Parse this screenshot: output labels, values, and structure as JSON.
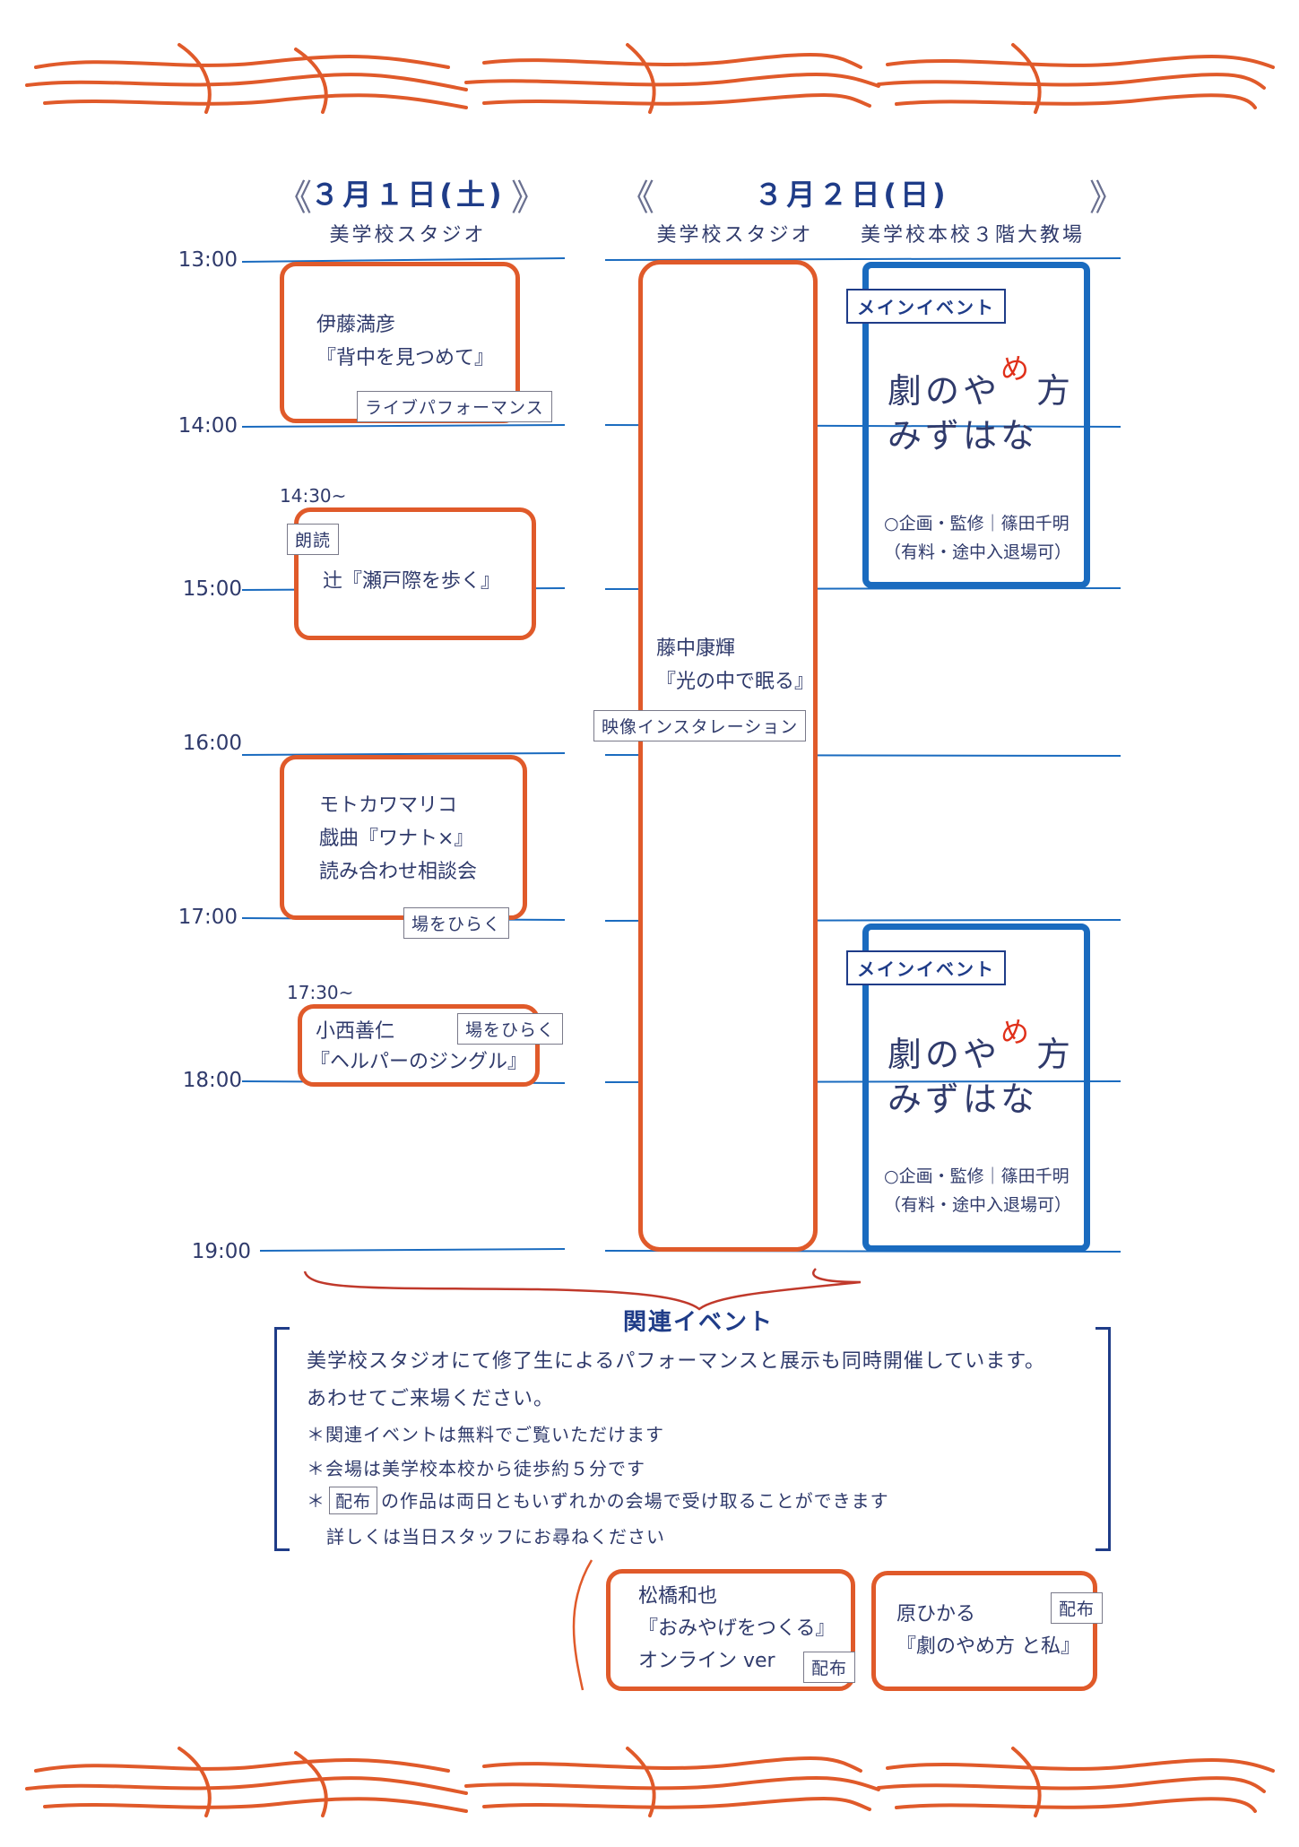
{
  "colors": {
    "orange": "#e05a2a",
    "blue": "#1a6bbf",
    "navy": "#1f3c88"
  },
  "day1": {
    "date": "３月１日(土)",
    "venue": "美学校スタジオ"
  },
  "day2": {
    "date": "３月２日(日)",
    "venue_a": "美学校スタジオ",
    "venue_b": "美学校本校３階大教場"
  },
  "times": [
    "13:00",
    "14:00",
    "15:00",
    "16:00",
    "17:00",
    "18:00",
    "19:00"
  ],
  "subtimes": {
    "t1430": "14:30~",
    "t1730": "17:30~"
  },
  "events_day1": [
    {
      "line1": "伊藤満彦",
      "line2": "『背中を見つめて』",
      "tag": "ライブパフォーマンス"
    },
    {
      "line1": "辻『瀬戸際を歩く』",
      "tag": "朗読"
    },
    {
      "line1": "モトカワマリコ",
      "line2": "戯曲『ワナト×』",
      "line3": "読み合わせ相談会",
      "tag": "場をひらく"
    },
    {
      "line1": "小西善仁",
      "line2": "『ヘルパーのジングル』",
      "tag": "場をひらく"
    }
  ],
  "event_day2_studio": {
    "line1": "藤中康輝",
    "line2": "『光の中で眠る』",
    "tag": "映像インスタレーション"
  },
  "main_event": {
    "tag": "メインイベント",
    "title1a": "劇のや",
    "title1b": "方",
    "me": "め",
    "title2": "みずはな",
    "credit": "○企画・監修｜篠田千明",
    "note": "（有料・途中入退場可）"
  },
  "related": {
    "title": "関連イベント",
    "line1": "美学校スタジオにて修了生によるパフォーマンスと展示も同時開催しています。",
    "line2": "あわせてご来場ください。",
    "note1": "＊関連イベントは無料でご覧いただけます",
    "note2": "＊会場は美学校本校から徒歩約５分です",
    "note3_pre": "＊",
    "note3_tag": "配布",
    "note3_post": "の作品は両日ともいずれかの会場で受け取ることができます",
    "note4": "詳しくは当日スタッフにお尋ねください"
  },
  "distribution": [
    {
      "line1": "松橋和也",
      "line2": "『おみやげをつくる』",
      "line3": "オンライン ver",
      "tag": "配布"
    },
    {
      "line1": "原ひかる",
      "line2": "『劇のやめ方 と私』",
      "tag": "配布"
    }
  ]
}
